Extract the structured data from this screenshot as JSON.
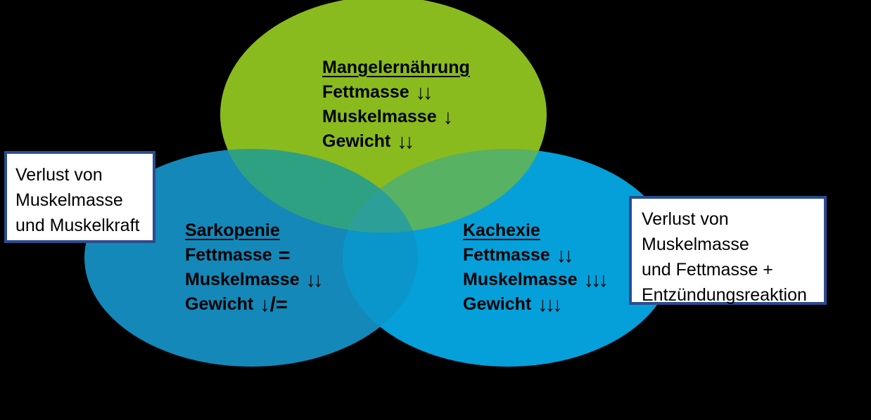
{
  "diagram": {
    "background_color": "#000000",
    "colors": {
      "green": "#8ABB1E",
      "teal": "#1488B8",
      "blue": "#05A0D9",
      "teal_blue_overlap": "#0A96CA",
      "green_teal_overlap": "#2FA183",
      "green_blue_overlap": "#58B263",
      "triple_overlap": "#2CA098",
      "callout_border": "#2C4C8F",
      "callout_background": "#FFFFFF",
      "text": "#000000"
    },
    "sets": [
      {
        "title": "Mangelernährung",
        "rows": [
          {
            "label": "Fettmasse",
            "value": "↓↓"
          },
          {
            "label": "Muskelmasse",
            "value": "↓"
          },
          {
            "label": "Gewicht",
            "value": "↓↓"
          }
        ]
      },
      {
        "title": "Sarkopenie",
        "rows": [
          {
            "label": "Fettmasse",
            "value": "="
          },
          {
            "label": "Muskelmasse",
            "value": "↓↓"
          },
          {
            "label": "Gewicht",
            "value": "↓ / ="
          }
        ]
      },
      {
        "title": "Kachexie",
        "rows": [
          {
            "label": "Fettmasse",
            "value": "↓↓"
          },
          {
            "label": "Muskelmasse",
            "value": "↓↓↓"
          },
          {
            "label": "Gewicht",
            "value": "↓↓↓"
          }
        ]
      }
    ],
    "callouts": [
      {
        "lines": [
          "Verlust von",
          "Muskelmasse",
          "und Muskelkraft"
        ]
      },
      {
        "lines": [
          "Verlust von",
          "Muskelmasse",
          "und Fettmasse +",
          "Entzündungsreaktion"
        ]
      }
    ]
  }
}
